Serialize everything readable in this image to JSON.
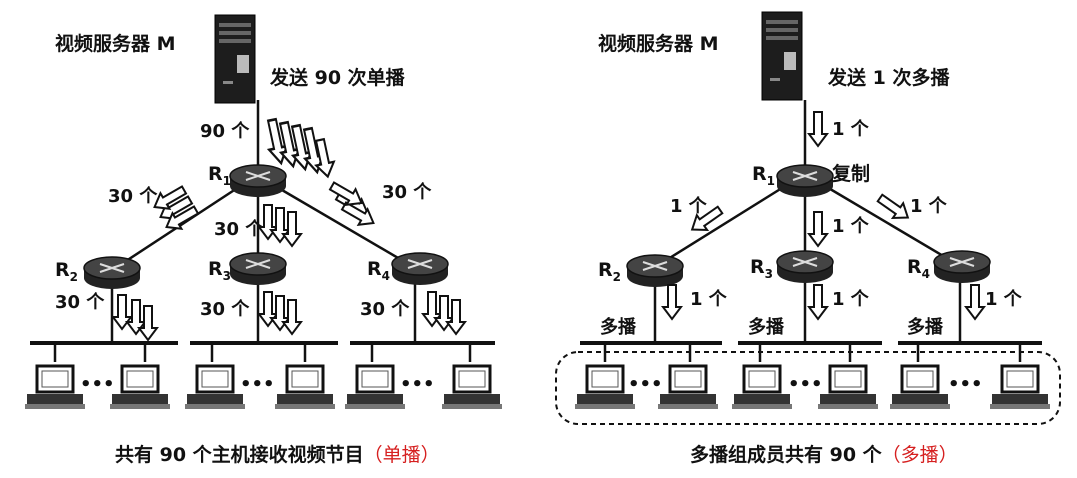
{
  "left": {
    "server_label": "视频服务器 M",
    "send_label": "发送 90 次单播",
    "link_count_top": "90 个",
    "link_count_side_left": "30 个",
    "link_count_side_right": "30 个",
    "link_count_mid": "30 个",
    "link_count_r2": "30 个",
    "link_count_r3": "30 个",
    "link_count_r4": "30 个",
    "router_r1": "R",
    "router_r2": "R",
    "router_r3": "R",
    "router_r4": "R",
    "sub_1": "1",
    "sub_2": "2",
    "sub_3": "3",
    "sub_4": "4",
    "ellipsis": "•••",
    "caption_main": "共有 90 个主机接收视频节目",
    "caption_paren": "（单播）"
  },
  "right": {
    "server_label": "视频服务器 M",
    "send_label": "发送 1 次多播",
    "copy_label": "复制",
    "count_top": "1 个",
    "count_left": "1 个",
    "count_right": "1 个",
    "count_mid": "1 个",
    "count_r2": "1 个",
    "count_r3": "1 个",
    "count_r4": "1 个",
    "multicast_1": "多播",
    "multicast_2": "多播",
    "multicast_3": "多播",
    "router_r1": "R",
    "router_r2": "R",
    "router_r3": "R",
    "router_r4": "R",
    "sub_1": "1",
    "sub_2": "2",
    "sub_3": "3",
    "sub_4": "4",
    "ellipsis": "•••",
    "caption_main": "多播组成员共有 90 个",
    "caption_paren": "（多播）"
  },
  "colors": {
    "caption_paren": "#d62020"
  }
}
